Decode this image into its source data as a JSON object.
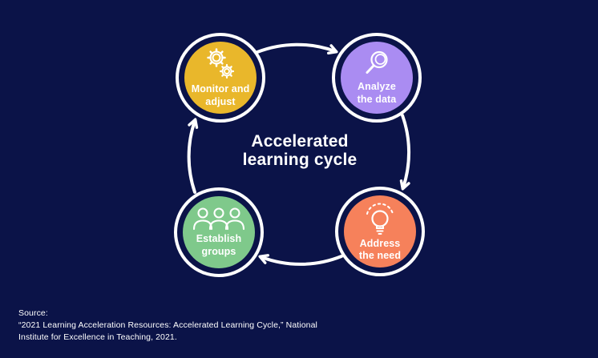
{
  "title": {
    "lines": [
      "Accelerated",
      "learning cycle"
    ]
  },
  "colors": {
    "background": "#0B1348",
    "arrow": "#FFFFFF",
    "node_yellow": "#E9B72B",
    "node_purple": "#AA8CF2",
    "node_green": "#7FC98B",
    "node_orange": "#F6815B"
  },
  "nodes": [
    {
      "id": "monitor-adjust",
      "icon": "gears-icon",
      "color": "#E9B72B",
      "label_lines": [
        "Monitor and",
        "adjust"
      ]
    },
    {
      "id": "analyze-data",
      "icon": "magnifying-glass-icon",
      "color": "#AA8CF2",
      "label_lines": [
        "Analyze",
        "the data"
      ]
    },
    {
      "id": "address-need",
      "icon": "lightbulb-icon",
      "color": "#F6815B",
      "label_lines": [
        "Address",
        "the need"
      ]
    },
    {
      "id": "establish-groups",
      "icon": "people-icon",
      "color": "#7FC98B",
      "label_lines": [
        "Establish",
        "groups"
      ]
    }
  ],
  "source": {
    "label": "Source:",
    "lines": [
      "“2021 Learning Acceleration Resources: Accelerated Learning Cycle,” National",
      "Institute for Excellence in Teaching, 2021."
    ]
  }
}
